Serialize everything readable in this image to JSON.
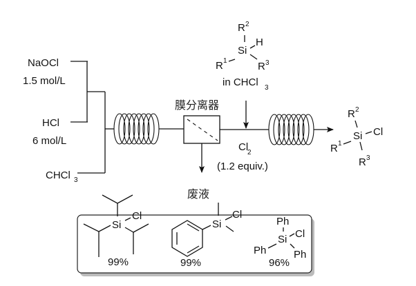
{
  "reagents": {
    "naocl": {
      "name": "NaOCl",
      "conc": "1.5 mol/L"
    },
    "hcl": {
      "name": "HCl",
      "conc": "6 mol/L"
    },
    "chcl3": {
      "name": "CHCl",
      "sub": "3"
    }
  },
  "separator": {
    "label": "膜分离器",
    "waste_label": "废液"
  },
  "silane_input": {
    "r1": "R",
    "r1_sup": "1",
    "r2": "R",
    "r2_sup": "2",
    "r3": "R",
    "r3_sup": "3",
    "si": "Si",
    "h": "H",
    "solvent_prefix": "in CHCl",
    "solvent_sub": "3"
  },
  "chlorine": {
    "formula": "Cl",
    "sub": "2",
    "equiv": "(1.2 equiv.)"
  },
  "product": {
    "r1": "R",
    "r1_sup": "1",
    "r2": "R",
    "r2_sup": "2",
    "r3": "R",
    "r3_sup": "3",
    "si": "Si",
    "cl": "Cl"
  },
  "examples": [
    {
      "name": "triisopropylsilyl-chloride",
      "si": "Si",
      "cl": "Cl",
      "yield": "99%"
    },
    {
      "name": "dimethylphenylsilyl-chloride",
      "si": "Si",
      "cl": "Cl",
      "yield": "99%"
    },
    {
      "name": "triphenylsilyl-chloride",
      "si": "Si",
      "cl": "Cl",
      "ph": "Ph",
      "yield": "96%"
    }
  ]
}
